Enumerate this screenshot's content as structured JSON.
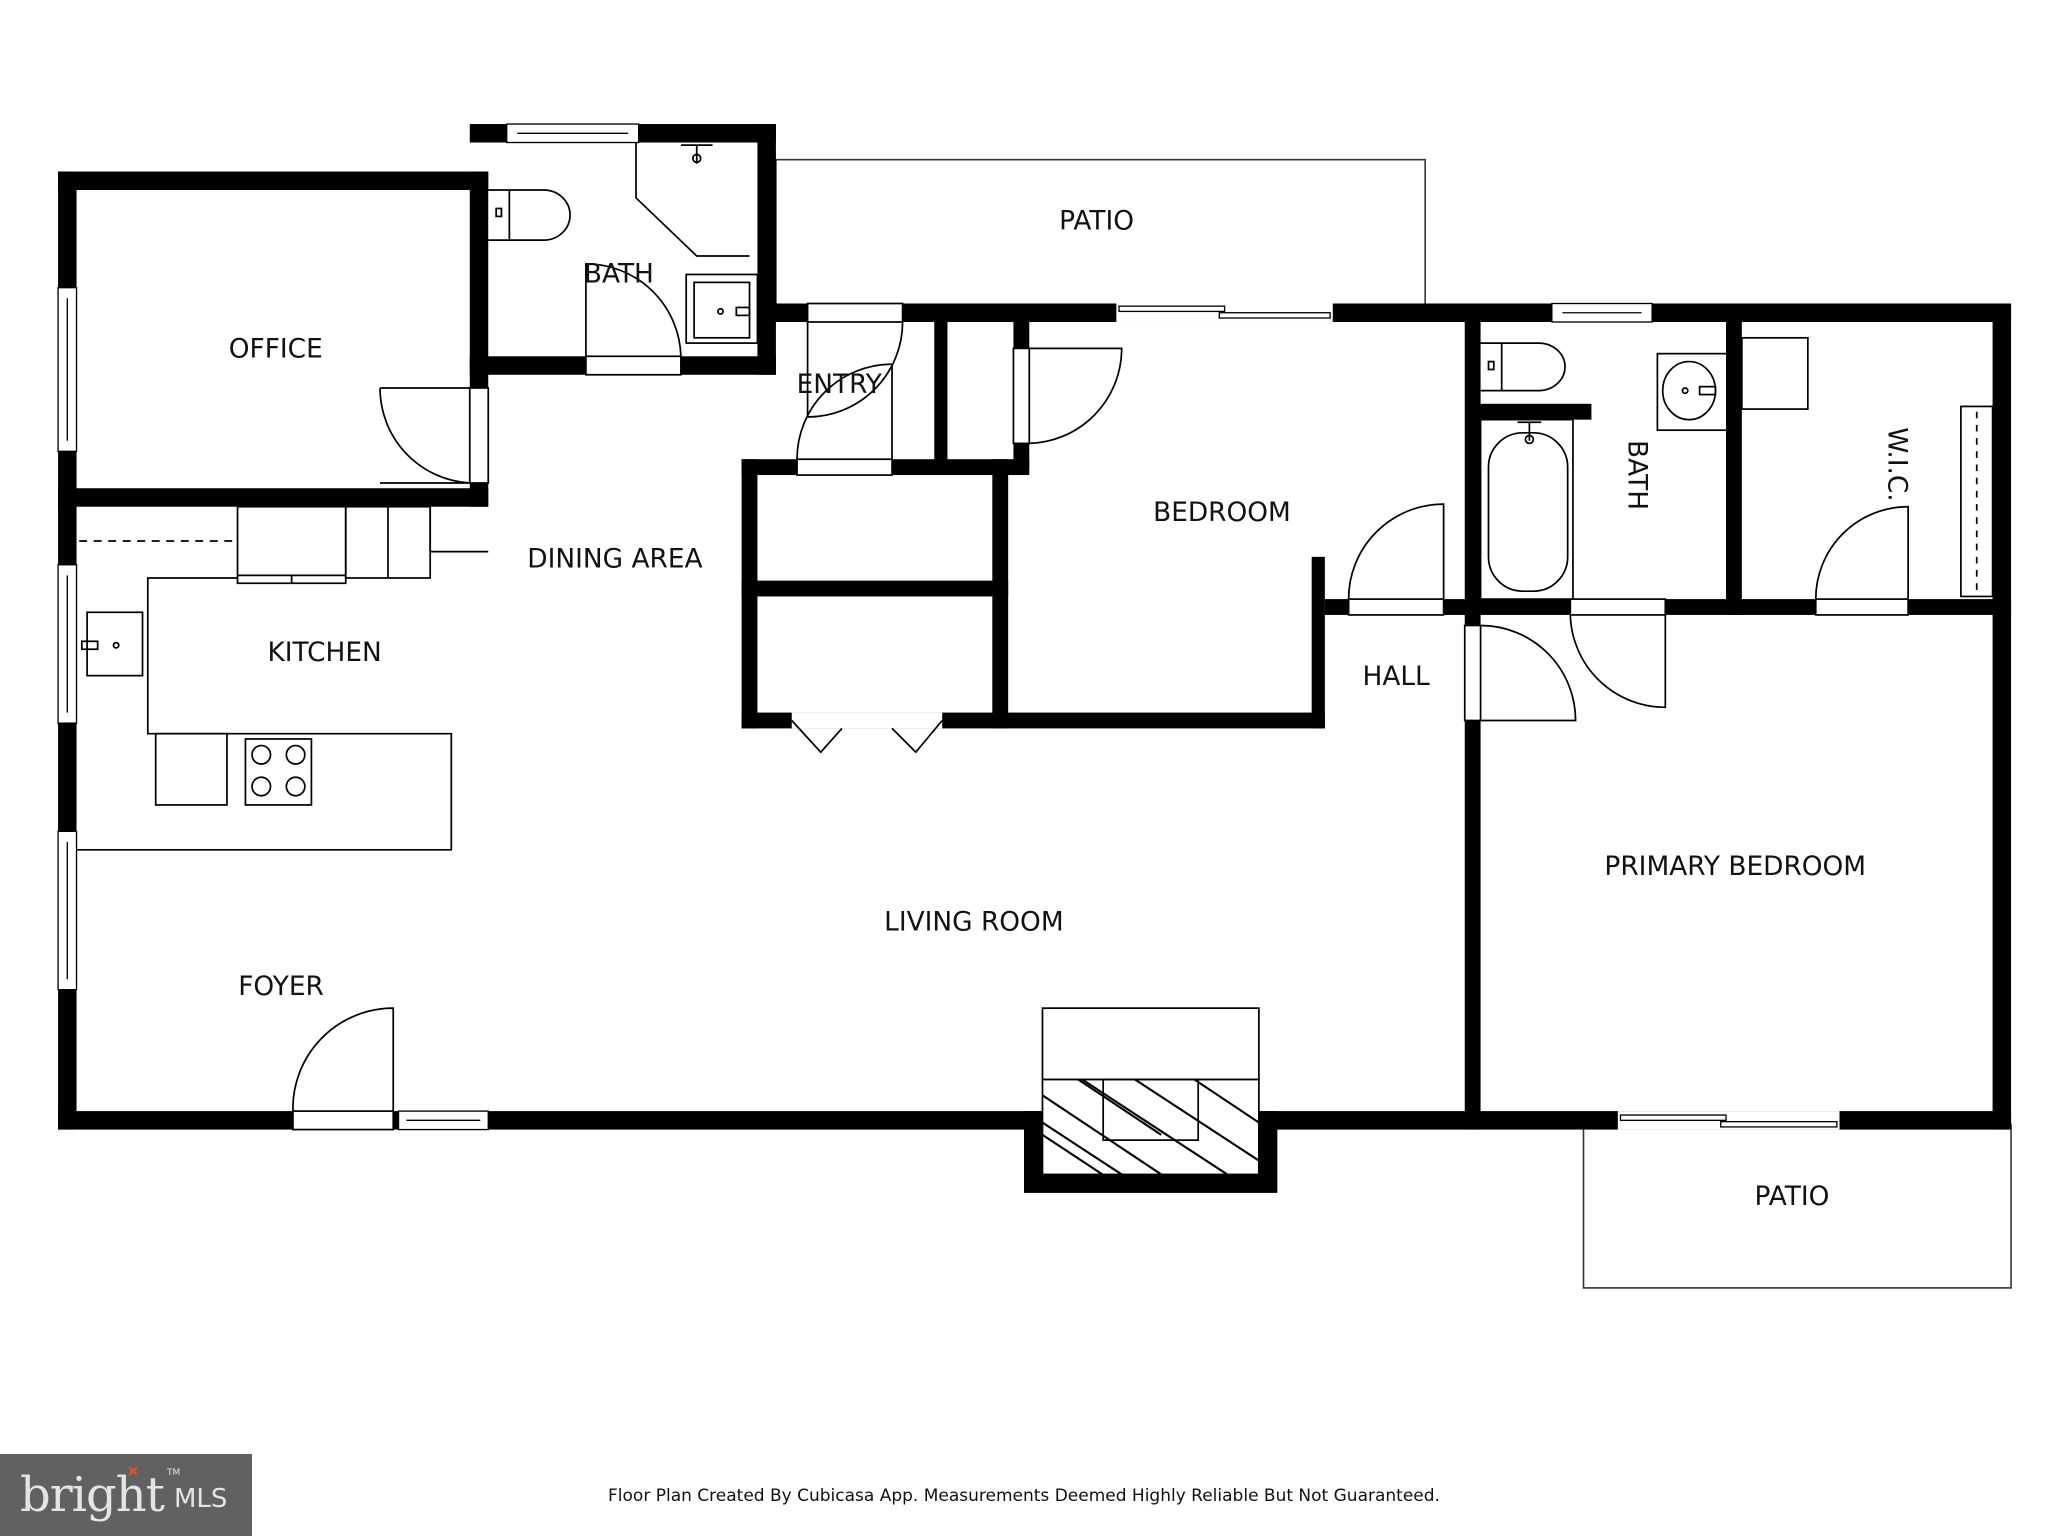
{
  "floor_plan": {
    "rooms": {
      "office": "OFFICE",
      "bath_1": "BATH",
      "patio_top": "PATIO",
      "entry": "ENTRY",
      "bedroom": "BEDROOM",
      "bath_2": "BATH",
      "wic": "W.I.C.",
      "dining_area": "DINING AREA",
      "kitchen": "KITCHEN",
      "hall": "HALL",
      "primary_bedroom": "PRIMARY BEDROOM",
      "living_room": "LIVING ROOM",
      "foyer": "FOYER",
      "patio_bottom": "PATIO"
    },
    "colors": {
      "wall": "#000000",
      "background": "#ffffff"
    }
  },
  "footer": {
    "disclaimer": "Floor Plan Created By Cubicasa App. Measurements Deemed Highly Reliable But Not Guaranteed."
  },
  "logo": {
    "word": "bright",
    "tm": "TM",
    "suffix": "MLS",
    "background": "#616161",
    "accent": "#d9532c"
  }
}
